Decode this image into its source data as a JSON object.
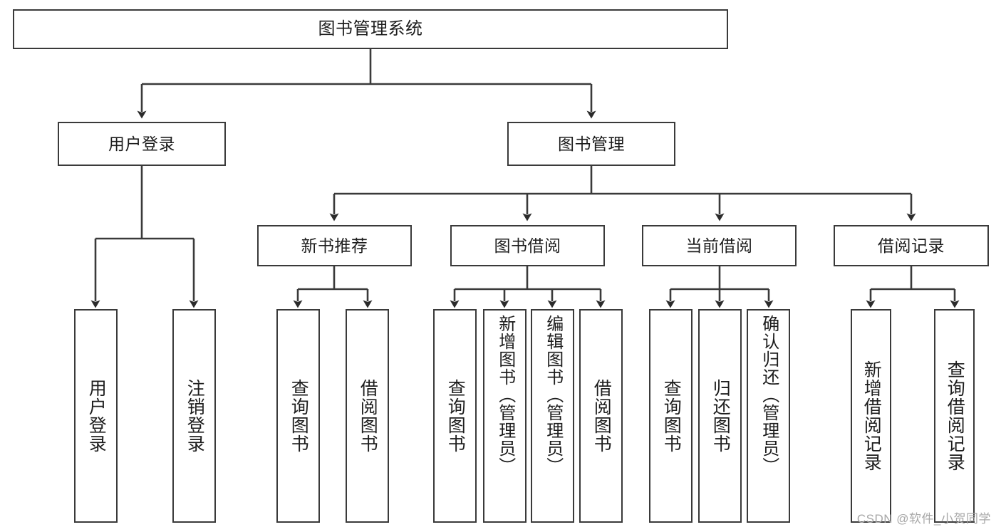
{
  "diagram": {
    "title": "图书管理系统",
    "type": "tree-hierarchy-chart",
    "watermark": "CSDN @软件_小贺同学",
    "colors": {
      "stroke": "#3a3a3a",
      "fill": "#ffffff",
      "text": "#1d1d1d",
      "watermark": "#a7a7a7"
    },
    "nodes": {
      "root": {
        "label": "图书管理系统"
      },
      "level1": [
        {
          "label": "用户登录"
        },
        {
          "label": "图书管理"
        }
      ],
      "level2": [
        {
          "label": "新书推荐"
        },
        {
          "label": "图书借阅"
        },
        {
          "label": "当前借阅"
        },
        {
          "label": "借阅记录"
        }
      ],
      "leaves": {
        "user_login": [
          {
            "label": "用户登录"
          },
          {
            "label": "注销登录"
          }
        ],
        "new_book_recommend": [
          {
            "label": "查询图书"
          },
          {
            "label": "借阅图书"
          }
        ],
        "book_borrow": [
          {
            "label": "查询图书"
          },
          {
            "label": "新增图书（管理员）"
          },
          {
            "label": "编辑图书（管理员）"
          },
          {
            "label": "借阅图书"
          }
        ],
        "current_borrow": [
          {
            "label": "查询图书"
          },
          {
            "label": "归还图书"
          },
          {
            "label": "确认归还（管理员）"
          }
        ],
        "borrow_record": [
          {
            "label": "新增借阅记录"
          },
          {
            "label": "查询借阅记录"
          }
        ]
      }
    }
  }
}
